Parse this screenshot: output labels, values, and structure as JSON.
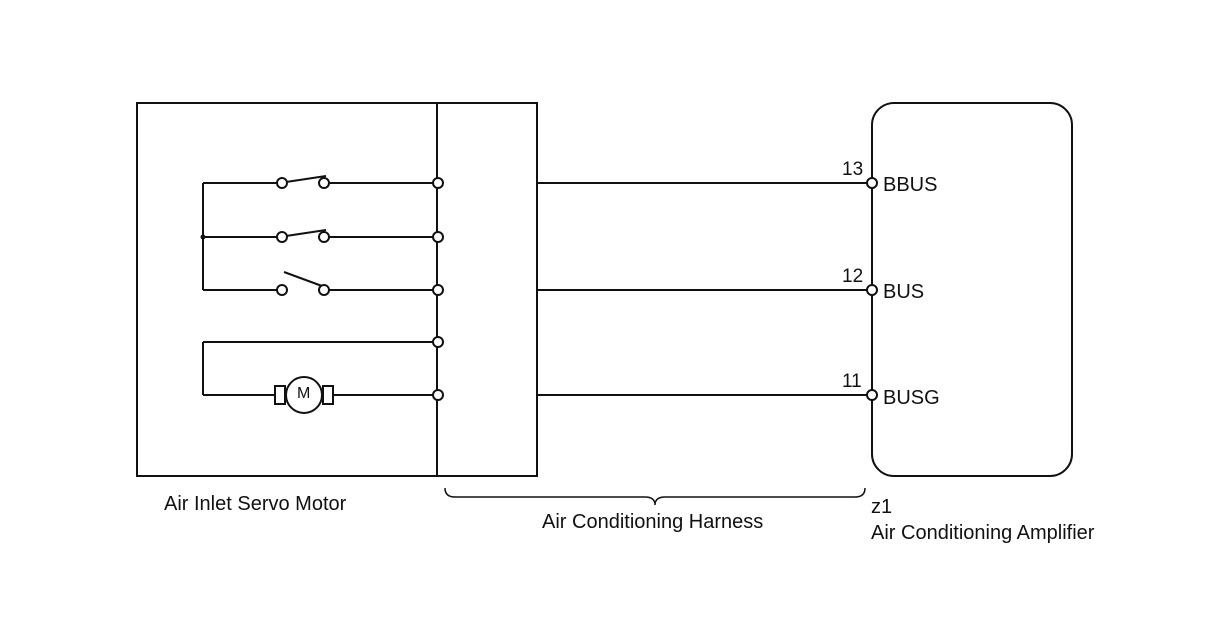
{
  "components": {
    "servo_motor": {
      "label": "Air Inlet Servo Motor",
      "motor_symbol": "M"
    },
    "harness": {
      "label": "Air Conditioning Harness"
    },
    "amplifier": {
      "code": "z1",
      "label": "Air Conditioning Amplifier"
    }
  },
  "pins": [
    {
      "number": "13",
      "name": "BBUS"
    },
    {
      "number": "12",
      "name": "BUS"
    },
    {
      "number": "11",
      "name": "BUSG"
    }
  ],
  "colors": {
    "line": "#111111",
    "background": "#ffffff"
  }
}
